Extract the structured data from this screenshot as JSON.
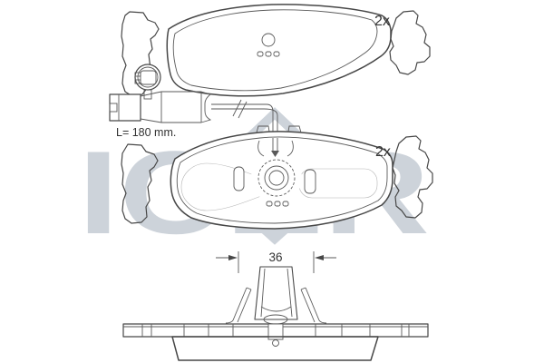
{
  "diagram": {
    "watermark_text": "ICER",
    "labels": {
      "top_pad_qty": "2x",
      "middle_pad_qty": "2x",
      "sensor_length": "L= 180 mm.",
      "clip_width": "36"
    },
    "colors": {
      "line": "#474747",
      "watermark": "#cdd3da",
      "hatch": "#8f969c",
      "background": "#ffffff"
    }
  }
}
